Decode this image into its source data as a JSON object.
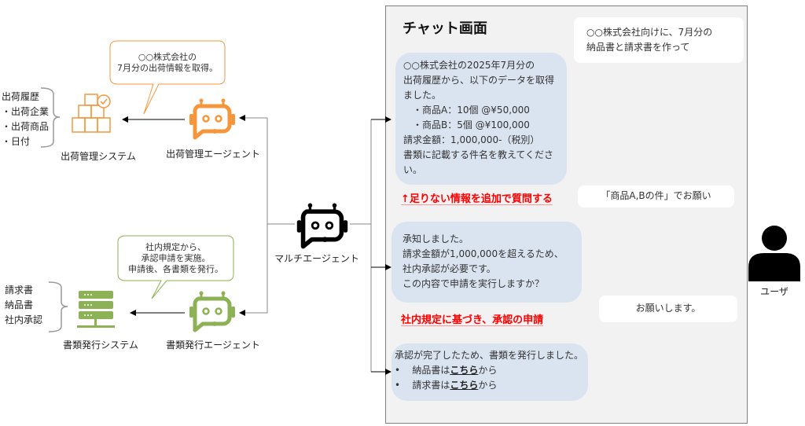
{
  "colors": {
    "orange": "#f4973c",
    "green": "#8db255",
    "chat_bg": "#f2f2f2",
    "bot_bubble": "#dae3f0",
    "alert": "#ff0000"
  },
  "shipping": {
    "bubble": "○○株式会社の\n7月分の出荷情報を取得。",
    "agent_label": "出荷管理エージェント",
    "system_label": "出荷管理システム",
    "data_items": [
      "出荷履歴",
      "・出荷企業",
      "・出荷商品",
      "・日付"
    ]
  },
  "documents": {
    "bubble": "社内規定から、\n承認申請を実施。\n申請後、各書類を発行。",
    "agent_label": "書類発行エージェント",
    "system_label": "書類発行システム",
    "data_items": [
      "請求書",
      "納品書",
      "社内承認"
    ]
  },
  "multi_agent": {
    "label": "マルチエージェント"
  },
  "user": {
    "label": "ユーザ"
  },
  "chat": {
    "title": "チャット画面",
    "user_messages": [
      "○○株式会社向けに、7月分の\n納品書と請求書を作って",
      "「商品A,Bの件」でお願い",
      "お願いします。"
    ],
    "bot_messages": [
      "○○株式会社の2025年7月分の\n出荷履歴から、以下のデータを取得\nました。\n　・商品A：10個 @¥50,000\n　・商品B：5個 @¥100,000\n請求金額：1,000,000-（税別）\n書類に記載する件名を教えてくださ\nい。",
      "承知しました。\n請求金額が1,000,000を超えるため、\n社内承認が必要です。\nこの内容で申請を実行しますか？"
    ],
    "final": {
      "line": "承認が完了したため、書類を発行しました。",
      "items": [
        {
          "pre": "納品書は",
          "link": "こちら",
          "post": "から"
        },
        {
          "pre": "請求書は",
          "link": "こちら",
          "post": "から"
        }
      ]
    },
    "notes": [
      "↑足りない情報を追加で質問する",
      "社内規定に基づき、承認の申請"
    ]
  }
}
